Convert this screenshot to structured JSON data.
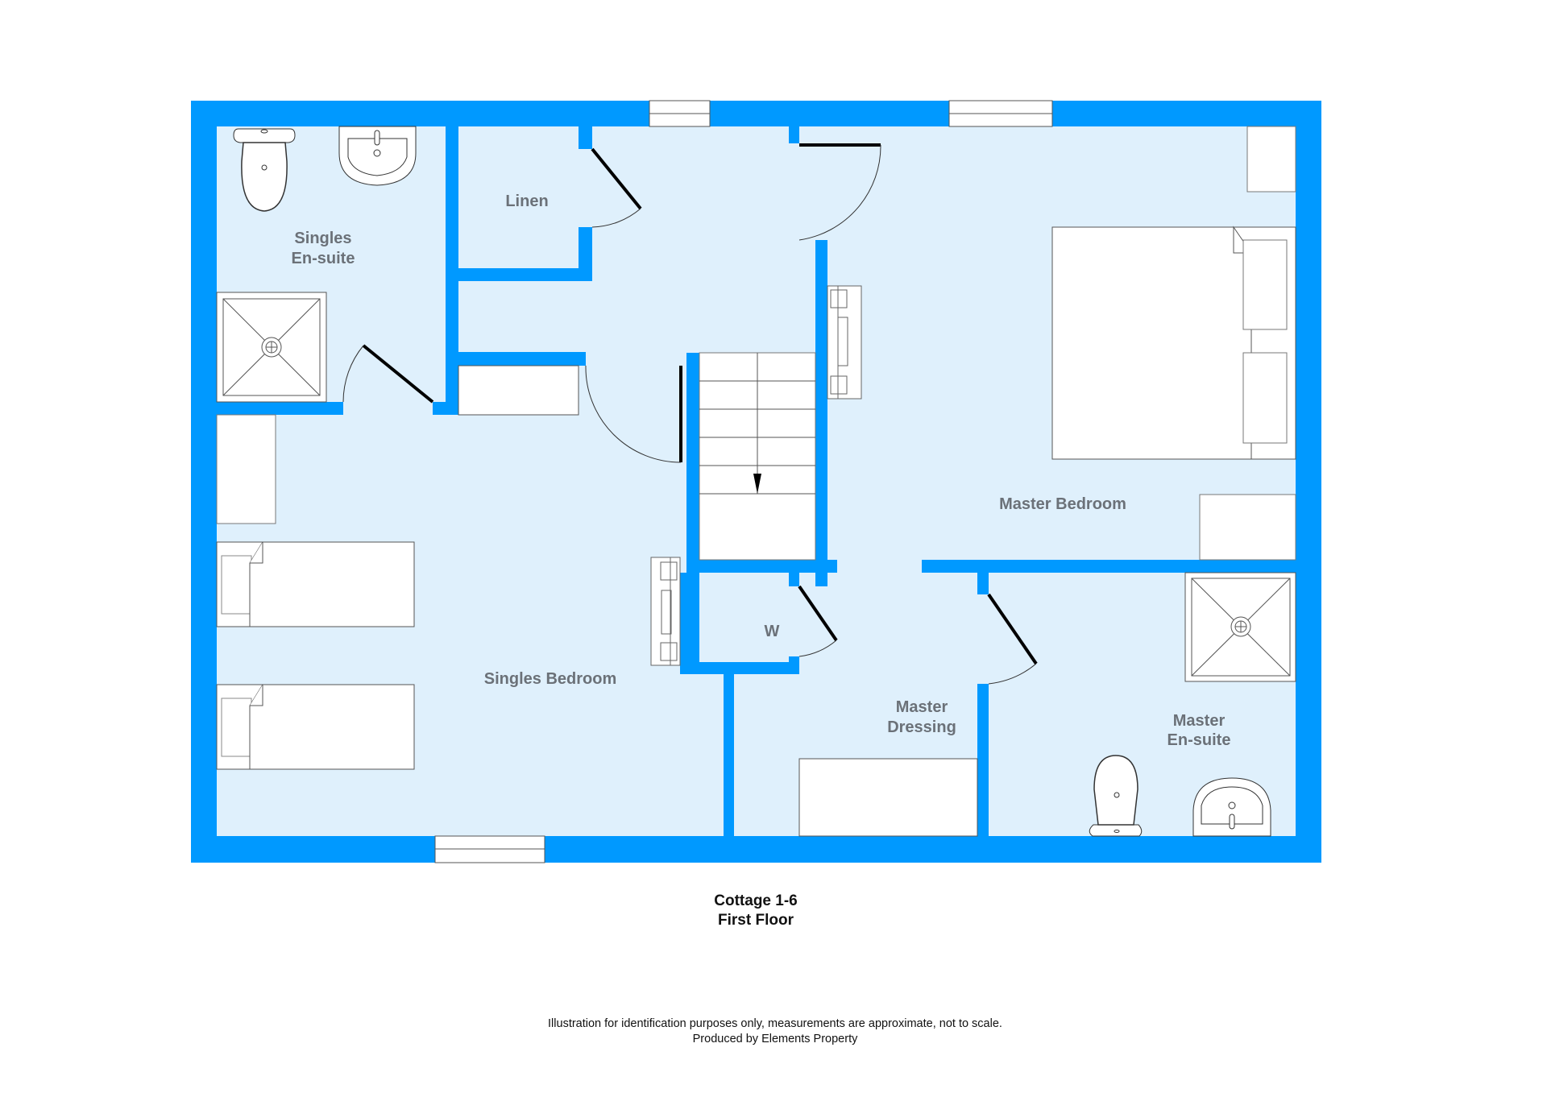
{
  "colors": {
    "wall": "#0099FF",
    "floor": "#DFF0FC",
    "fixture": "#FFFFFF",
    "door_leaf": "#000000",
    "label": "#6B7178"
  },
  "rooms": {
    "singles_ensuite": {
      "line1": "Singles",
      "line2": "En-suite"
    },
    "linen": {
      "label": "Linen"
    },
    "master_bedroom": {
      "label": "Master Bedroom"
    },
    "singles_bedroom": {
      "label": "Singles Bedroom"
    },
    "w": {
      "label": "W"
    },
    "master_dressing": {
      "line1": "Master",
      "line2": "Dressing"
    },
    "master_ensuite": {
      "line1": "Master",
      "line2": "En-suite"
    }
  },
  "caption": {
    "line1": "Cottage 1-6",
    "line2": "First Floor"
  },
  "disclaimer": {
    "line1": "Illustration for identification purposes only, measurements are approximate, not to scale.",
    "line2": "Produced by Elements Property"
  }
}
